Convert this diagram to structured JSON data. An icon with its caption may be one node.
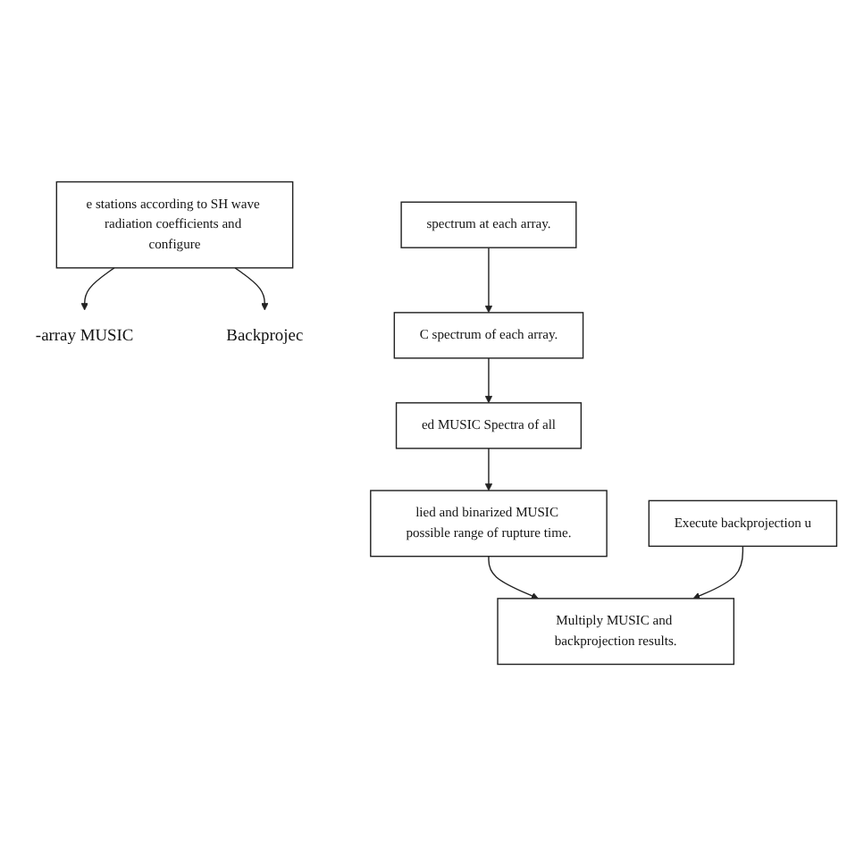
{
  "diagram": {
    "nodes": [
      {
        "text": [
          "e stations according to SH wave radiation coefficients and configure"
        ]
      },
      {
        "text": [
          "-array MUSIC"
        ]
      },
      {
        "text": [
          "Backprojec"
        ]
      },
      {
        "text": [
          "spectrum at each array."
        ]
      },
      {
        "text": [
          "Execute backprojection u"
        ]
      },
      {
        "text": [
          "C spectrum of each array."
        ]
      },
      {
        "text": [
          "ed MUSIC Spectra of all"
        ]
      },
      {
        "text": [
          "lied and binarized MUSIC possible range of rupture time."
        ]
      },
      {
        "text": [
          "Multiply MUSIC and backprojection results."
        ]
      }
    ],
    "edges": [
      {
        "from": 0,
        "to": 1,
        "arrow": "to"
      },
      {
        "from": 0,
        "to": 2,
        "arrow": "to"
      },
      {
        "from": 3,
        "to": 5,
        "arrow": "to"
      },
      {
        "from": 5,
        "to": 6,
        "arrow": "to"
      },
      {
        "from": 6,
        "to": 7,
        "arrow": "to"
      },
      {
        "from": 7,
        "to": 8,
        "arrow": "to"
      },
      {
        "from": 4,
        "to": 8,
        "arrow": "to"
      }
    ]
  }
}
